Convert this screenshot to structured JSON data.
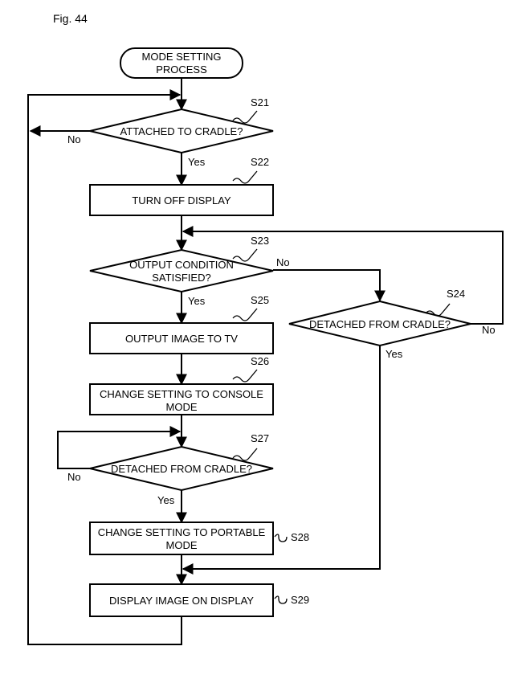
{
  "figure_label": "Fig. 44",
  "start": {
    "line1": "MODE SETTING",
    "line2": "PROCESS"
  },
  "steps": {
    "s21": {
      "id": "S21",
      "text": "ATTACHED TO CRADLE?"
    },
    "s22": {
      "id": "S22",
      "text": "TURN OFF DISPLAY"
    },
    "s23": {
      "id": "S23",
      "line1": "OUTPUT CONDITION",
      "line2": "SATISFIED?"
    },
    "s24": {
      "id": "S24",
      "text": "DETACHED FROM CRADLE?"
    },
    "s25": {
      "id": "S25",
      "text": "OUTPUT IMAGE TO TV"
    },
    "s26": {
      "id": "S26",
      "line1": "CHANGE SETTING TO CONSOLE",
      "line2": "MODE"
    },
    "s27": {
      "id": "S27",
      "text": "DETACHED FROM CRADLE?"
    },
    "s28": {
      "id": "S28",
      "line1": "CHANGE SETTING TO PORTABLE",
      "line2": "MODE"
    },
    "s29": {
      "id": "S29",
      "text": "DISPLAY IMAGE ON DISPLAY"
    }
  },
  "branch_labels": {
    "s21_no": "No",
    "s21_yes": "Yes",
    "s23_no": "No",
    "s23_yes": "Yes",
    "s24_no": "No",
    "s24_yes": "Yes",
    "s27_no": "No",
    "s27_yes": "Yes"
  }
}
